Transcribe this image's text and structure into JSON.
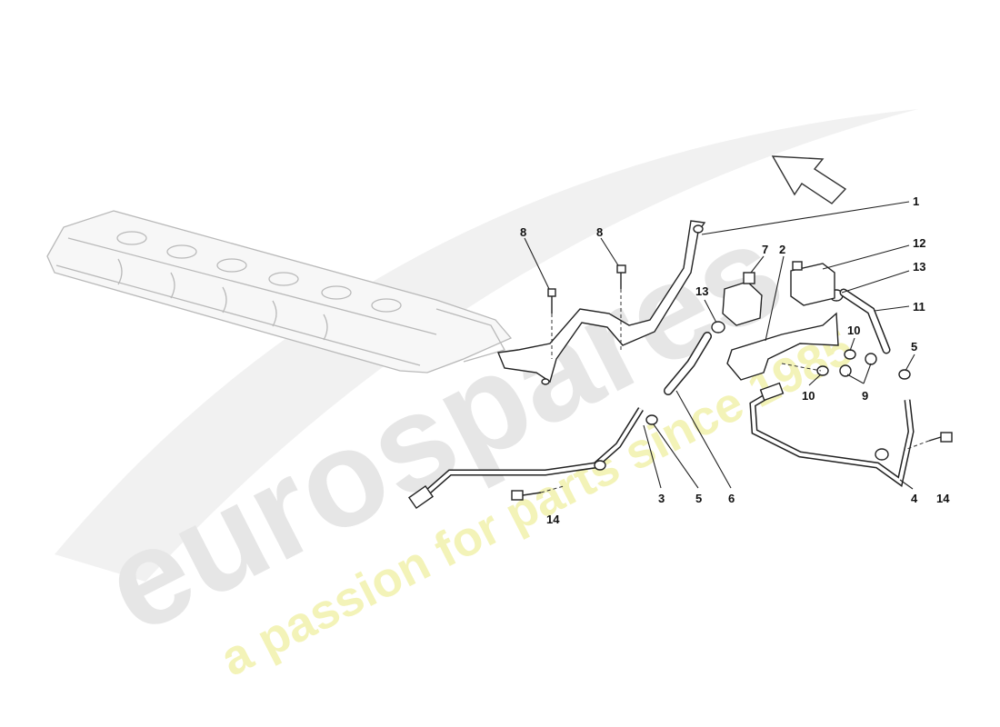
{
  "watermark": {
    "brand": "eurospares",
    "tagline": "a passion for parts since 1985",
    "brand_color": "#e6e6e6",
    "tagline_color": "#f3f3b8"
  },
  "callouts": [
    {
      "id": "c1",
      "label": "1"
    },
    {
      "id": "c2",
      "label": "2"
    },
    {
      "id": "c3",
      "label": "3"
    },
    {
      "id": "c4",
      "label": "4"
    },
    {
      "id": "c5a",
      "label": "5"
    },
    {
      "id": "c5b",
      "label": "5"
    },
    {
      "id": "c6",
      "label": "6"
    },
    {
      "id": "c7",
      "label": "7"
    },
    {
      "id": "c8a",
      "label": "8"
    },
    {
      "id": "c8b",
      "label": "8"
    },
    {
      "id": "c9",
      "label": "9"
    },
    {
      "id": "c10a",
      "label": "10"
    },
    {
      "id": "c10b",
      "label": "10"
    },
    {
      "id": "c11",
      "label": "11"
    },
    {
      "id": "c12",
      "label": "12"
    },
    {
      "id": "c13a",
      "label": "13"
    },
    {
      "id": "c13b",
      "label": "13"
    },
    {
      "id": "c14a",
      "label": "14"
    },
    {
      "id": "c14b",
      "label": "14"
    }
  ]
}
